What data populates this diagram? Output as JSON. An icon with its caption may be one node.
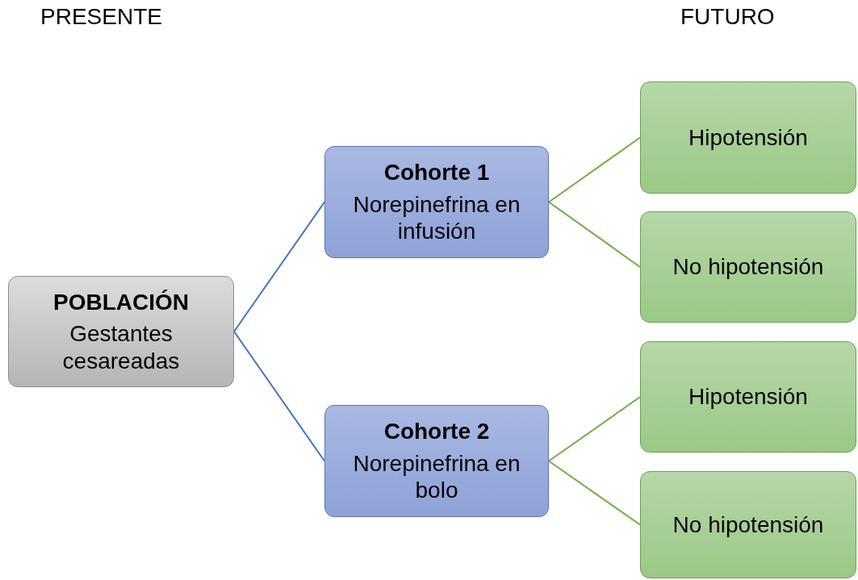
{
  "diagram": {
    "nodes": [
      {
        "text": [
          "POBLACIÓN",
          "Gestantes cesareadas"
        ]
      },
      {
        "text": [
          "Cohorte 1",
          "Norepinefrina en infusión"
        ]
      },
      {
        "text": [
          "Cohorte 2",
          "Norepinefrina en bolo"
        ]
      },
      {
        "text": [
          "Hipotensión"
        ]
      },
      {
        "text": [
          "No hipotensión"
        ]
      },
      {
        "text": [
          "Hipotensión"
        ]
      },
      {
        "text": [
          "No hipotensión"
        ]
      }
    ],
    "edges": [
      {
        "from": 0,
        "to": 1,
        "arrow": "none",
        "color": "#4472c4"
      },
      {
        "from": 0,
        "to": 2,
        "arrow": "none",
        "color": "#4472c4"
      },
      {
        "from": 1,
        "to": 3,
        "arrow": "none"
      },
      {
        "from": 1,
        "to": 4,
        "arrow": "none"
      },
      {
        "from": 2,
        "to": 5,
        "arrow": "none"
      },
      {
        "from": 2,
        "to": 6,
        "arrow": "none"
      }
    ],
    "labels": [
      "PRESENTE",
      "FUTURO"
    ]
  }
}
